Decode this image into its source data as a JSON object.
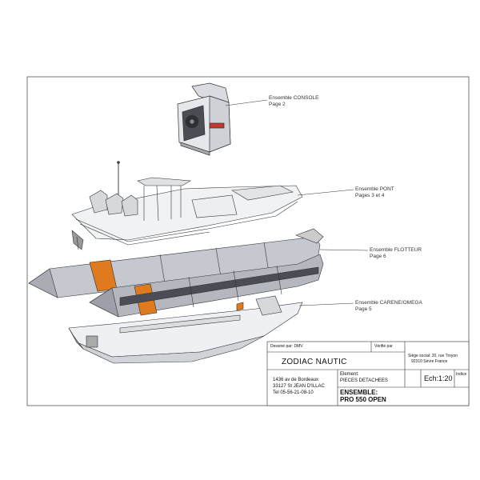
{
  "callouts": {
    "console": {
      "name": "Ensemble CONSOLE",
      "page": "Page 2"
    },
    "pont": {
      "name": "Ensemble PONT",
      "page": "Pages 3 et 4"
    },
    "flotteur": {
      "name": "Ensemble FLOTTEUR",
      "page": "Page 6"
    },
    "carene": {
      "name": "Ensemble CARENE/OMEGA",
      "page": "Page 5"
    }
  },
  "title_block": {
    "drawn_by": "Dessiné par: DMV",
    "checked_by": "Vérifié par",
    "company": "ZODIAC NAUTIC",
    "siege": [
      "Siège social: 20, rue Troyon",
      "92310 Sèvre France"
    ],
    "address": [
      "1436 av de Bordeaux",
      "33127 St JEAN D'ILLAC",
      "Tel 05-56-21-08-10"
    ],
    "element_label": "Element:",
    "element_value": "PIECES DETACHEES",
    "scale": "Ech:1:20",
    "indice": "Indice",
    "ensemble_label": "ENSEMBLE:",
    "ensemble_value": "PRO 550 OPEN"
  },
  "colors": {
    "accent_orange": "#e07a1f",
    "tube_grey": "#b9bcc3",
    "tube_dark": "#7d8089",
    "line": "#333333"
  }
}
